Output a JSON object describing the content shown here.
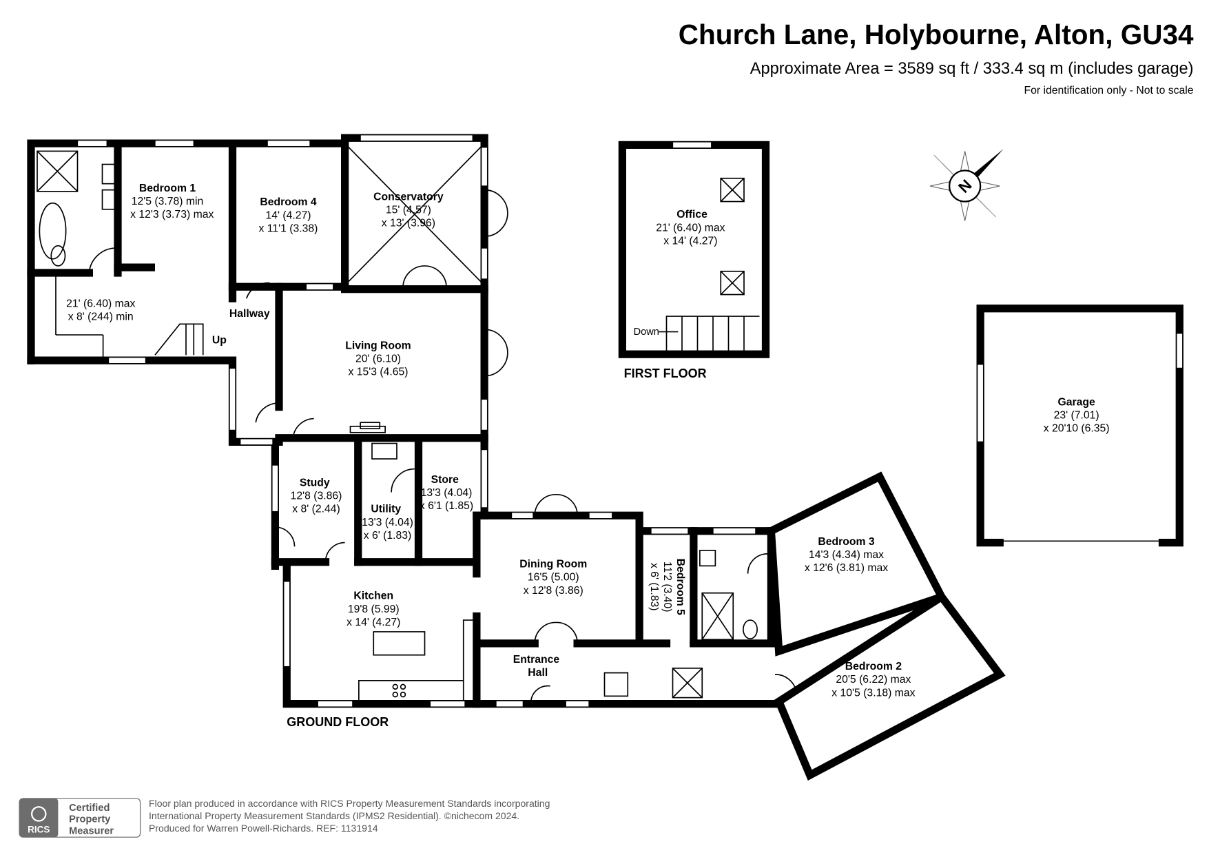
{
  "header": {
    "title": "Church Lane, Holybourne, Alton, GU34",
    "area": "Approximate Area = 3589 sq ft / 333.4 sq m (includes garage)",
    "note": "For identification only - Not to scale"
  },
  "floors": {
    "ground": "GROUND FLOOR",
    "first": "FIRST FLOOR"
  },
  "rooms": {
    "bedroom1": {
      "name": "Bedroom 1",
      "d1": "12'5 (3.78) min",
      "d2": "x 12'3 (3.73) max"
    },
    "landing": {
      "d1": "21' (6.40) max",
      "d2": "x 8' (244) min"
    },
    "bedroom4": {
      "name": "Bedroom 4",
      "d1": "14' (4.27)",
      "d2": "x 11'1 (3.38)"
    },
    "conservatory": {
      "name": "Conservatory",
      "d1": "15' (4.57)",
      "d2": "x 13' (3.96)"
    },
    "hallway": {
      "name": "Hallway"
    },
    "living": {
      "name": "Living Room",
      "d1": "20' (6.10)",
      "d2": "x 15'3 (4.65)"
    },
    "study": {
      "name": "Study",
      "d1": "12'8 (3.86)",
      "d2": "x 8' (2.44)"
    },
    "utility": {
      "name": "Utility",
      "d1": "13'3 (4.04)",
      "d2": "x 6' (1.83)"
    },
    "store": {
      "name": "Store",
      "d1": "13'3 (4.04)",
      "d2": "x 6'1 (1.85)"
    },
    "kitchen": {
      "name": "Kitchen",
      "d1": "19'8 (5.99)",
      "d2": "x 14' (4.27)"
    },
    "dining": {
      "name": "Dining Room",
      "d1": "16'5 (5.00)",
      "d2": "x 12'8 (3.86)"
    },
    "entrance": {
      "name1": "Entrance",
      "name2": "Hall"
    },
    "bedroom5": {
      "name": "Bedroom 5",
      "d1": "11'2 (3.40)",
      "d2": "x 6' (1.83)"
    },
    "bedroom3": {
      "name": "Bedroom 3",
      "d1": "14'3 (4.34) max",
      "d2": "x 12'6 (3.81) max"
    },
    "bedroom2": {
      "name": "Bedroom 2",
      "d1": "20'5 (6.22) max",
      "d2": "x 10'5 (3.18) max"
    },
    "office": {
      "name": "Office",
      "d1": "21' (6.40) max",
      "d2": "x 14' (4.27)"
    },
    "garage": {
      "name": "Garage",
      "d1": "23' (7.01)",
      "d2": "x 20'10 (6.35)"
    }
  },
  "stairs": {
    "up": "Up",
    "down": "Down"
  },
  "compass": {
    "letter": "N"
  },
  "footer": {
    "badge_org": "RICS",
    "badge_l1": "Certified",
    "badge_l2": "Property",
    "badge_l3": "Measurer",
    "line1": "Floor plan produced in accordance with RICS Property Measurement Standards incorporating",
    "line2": "International Property Measurement Standards (IPMS2 Residential).   ©nichecom 2024.",
    "line3": "Produced for Warren Powell-Richards.   REF:  1131914"
  }
}
